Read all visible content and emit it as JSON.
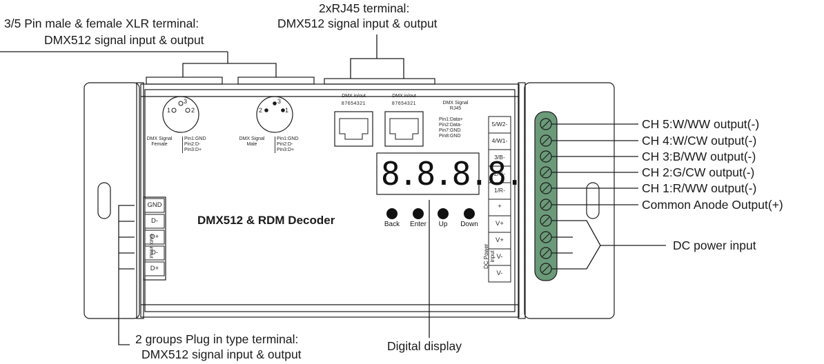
{
  "callouts": {
    "xlr_line1": "3/5 Pin male & female XLR terminal:",
    "xlr_line2": "DMX512 signal input & output",
    "rj45_line1": "2xRJ45 terminal:",
    "rj45_line2": "DMX512 signal input & output",
    "plug_line1": "2 groups Plug in type terminal:",
    "plug_line2": "DMX512 signal input & output",
    "display": "Digital display",
    "dc_power": "DC power input"
  },
  "device": {
    "title": "DMX512 & RDM Decoder",
    "display_digits": "8.8.8.8.",
    "xlr_female": {
      "caption": "DMX Signal\nFemale",
      "pins": "Pin1:GND\nPin2:D-\nPin3:D+",
      "pin_numbers": [
        "1",
        "3",
        "2"
      ]
    },
    "xlr_male": {
      "caption": "DMX Signal\nMale",
      "pins": "Pin1:GND\nPin2:D-\nPin3:D+",
      "pin_numbers": [
        "2",
        "3",
        "1"
      ]
    },
    "rj45_a": {
      "caption": "DMX in/out",
      "pins": "87654321"
    },
    "rj45_b": {
      "caption": "DMX in/out",
      "pins": "87654321"
    },
    "rj45_info": {
      "title": "DMX Signal\nRJ45",
      "pins": "Pin1:Data+\nPin2:Data-\nPin7:GND\nPin8:GND"
    },
    "buttons": [
      "Back",
      "Enter",
      "Up",
      "Down"
    ],
    "plug_terminal": {
      "labels": [
        "GND",
        "D-",
        "D+",
        "D-",
        "D+"
      ],
      "side_label": "DMX in/out"
    },
    "output_terminal": {
      "labels": [
        "5/W2-",
        "4/W1-",
        "3/B-",
        "2/G-",
        "1/R-",
        "+",
        "V+",
        "V+",
        "V-",
        "V-"
      ],
      "side_label": "DC Power\ninput"
    }
  },
  "channels": [
    "CH 5:W/WW output(-)",
    "CH 4:W/CW output(-)",
    "CH 3:B/WW output(-)",
    "CH 2:G/CW output(-)",
    "CH 1:R/WW output(-)",
    "Common Anode Output(+)"
  ],
  "colors": {
    "terminal_green": "#6b9a78",
    "line": "#1a1a1a"
  }
}
